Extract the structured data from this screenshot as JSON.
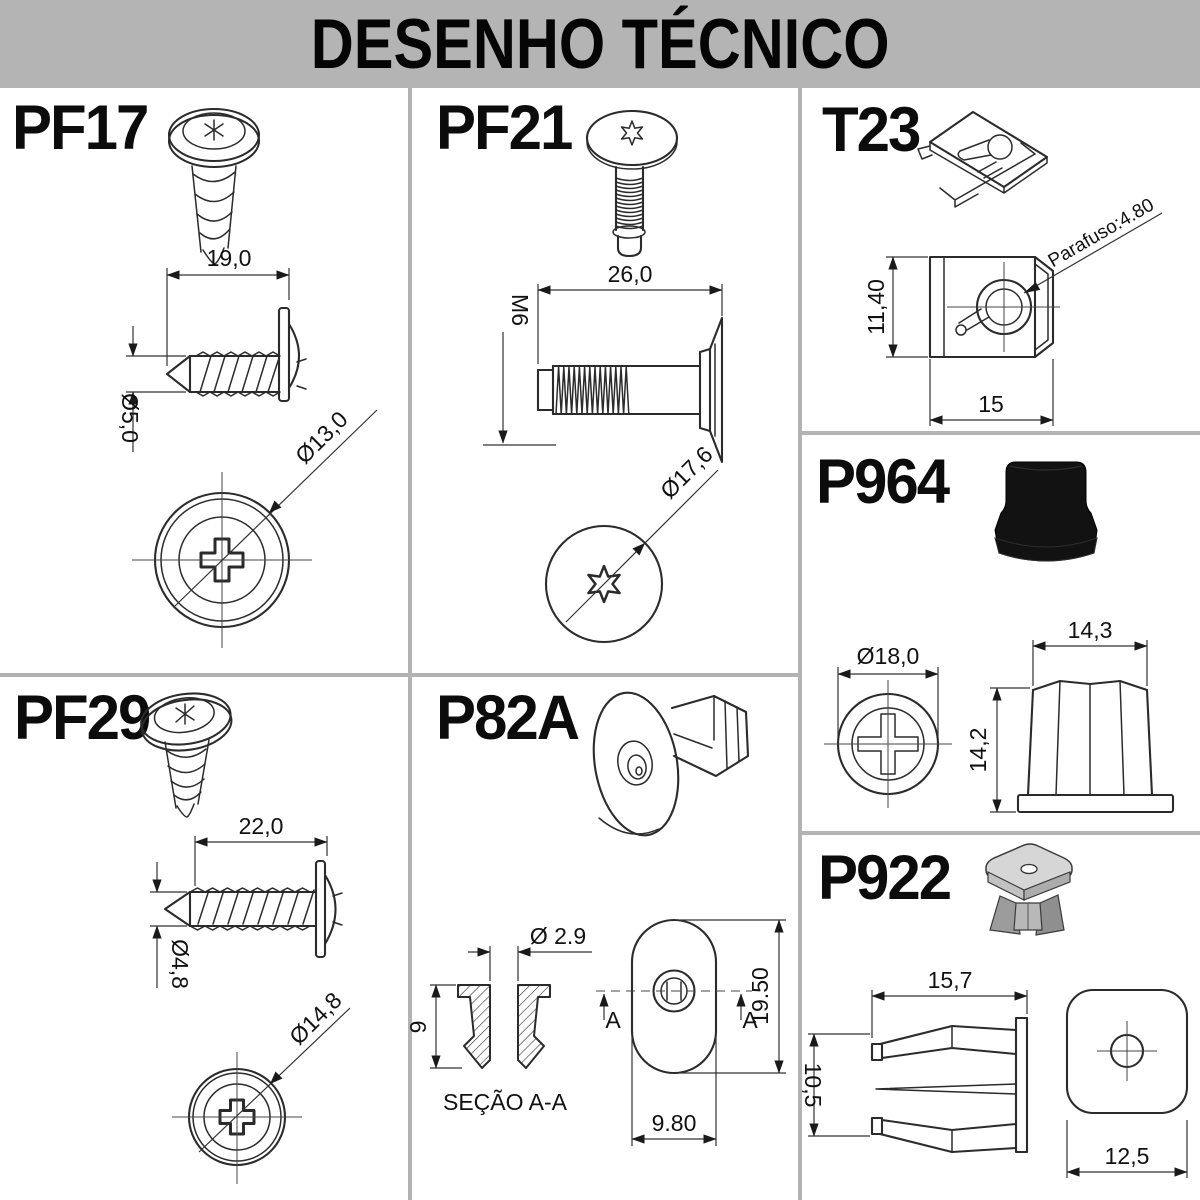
{
  "header": {
    "title": "DESENHO TÉCNICO"
  },
  "colors": {
    "header_bg": "#b4b4b4",
    "divider": "#b3b3b3",
    "line": "#2b2b2b",
    "part_fill_black": "#121212",
    "part_fill_gray": "#c0c0c0"
  },
  "parts": {
    "pf17": {
      "label": "PF17",
      "dims": {
        "length": "19,0",
        "shank": "Ø5,0",
        "head": "Ø13,0"
      }
    },
    "pf21": {
      "label": "PF21",
      "dims": {
        "length": "26,0",
        "thread": "M6",
        "head": "Ø17,6"
      }
    },
    "t23": {
      "label": "T23",
      "dims": {
        "height": "11,40",
        "width": "15",
        "note": "Parafuso:4.80"
      }
    },
    "p964": {
      "label": "P964",
      "dims": {
        "top": "Ø18,0",
        "width": "14,3",
        "height": "14,2"
      }
    },
    "pf29": {
      "label": "PF29",
      "dims": {
        "length": "22,0",
        "shank": "Ø4,8",
        "head": "Ø14,8"
      }
    },
    "p82a": {
      "label": "P82A",
      "dims": {
        "hole": "Ø 2.9",
        "depth": "9",
        "section": "SEÇÃO A-A",
        "length": "19.50",
        "width": "9.80",
        "marker": "A"
      }
    },
    "p922": {
      "label": "P922",
      "dims": {
        "width": "15,7",
        "height": "10,5",
        "square": "12,5"
      }
    }
  }
}
